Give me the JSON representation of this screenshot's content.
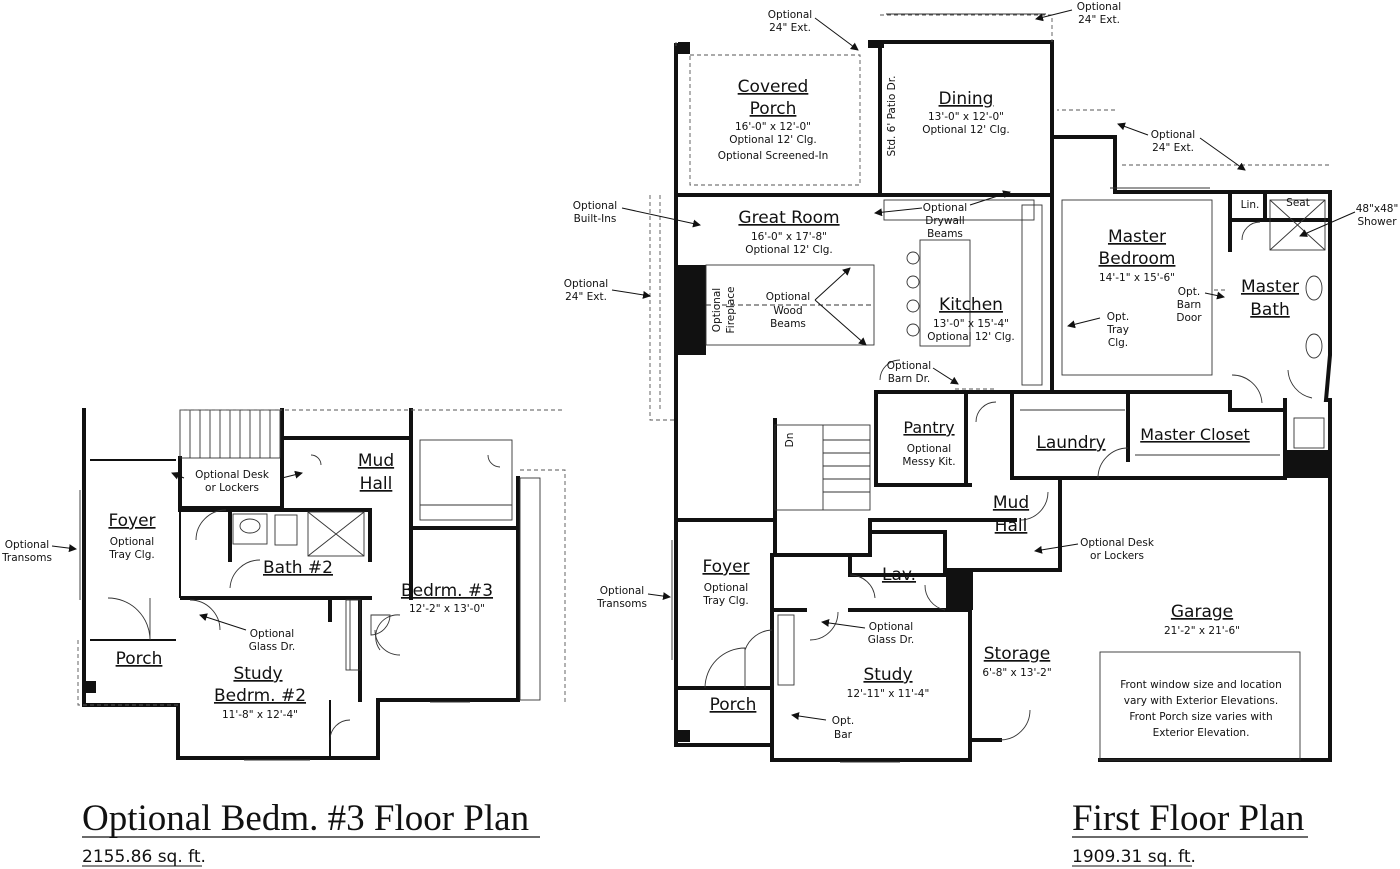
{
  "left_plan": {
    "caption": "Optional Bedm. #3 Floor Plan",
    "sqft": "2155.86 sq. ft.",
    "rooms": {
      "foyer": {
        "name": "Foyer",
        "note1": "Optional",
        "note2": "Tray Clg."
      },
      "mud_hall": {
        "name1": "Mud",
        "name2": "Hall"
      },
      "bath2": {
        "name": "Bath #2"
      },
      "bedrm3": {
        "name": "Bedrm. #3",
        "dim": "12'-2\" x 13'-0\""
      },
      "study": {
        "name1": "Study",
        "name2": "Bedrm. #2",
        "dim": "11'-8\" x 12'-4\""
      },
      "porch": {
        "name": "Porch"
      }
    },
    "callouts": {
      "desk1": "Optional Desk",
      "desk2": "or Lockers",
      "transoms1": "Optional",
      "transoms2": "Transoms",
      "glass1": "Optional",
      "glass2": "Glass Dr."
    }
  },
  "right_plan": {
    "caption": "First Floor Plan",
    "sqft": "1909.31 sq. ft.",
    "rooms": {
      "covered_porch": {
        "name1": "Covered",
        "name2": "Porch",
        "dim": "16'-0\" x 12'-0\"",
        "note1": "Optional 12' Clg.",
        "note2": "Optional Screened-In"
      },
      "dining": {
        "name": "Dining",
        "dim": "13'-0\" x 12'-0\"",
        "note": "Optional 12' Clg."
      },
      "great_room": {
        "name": "Great Room",
        "dim": "16'-0\" x 17'-8\"",
        "note": "Optional 12' Clg."
      },
      "kitchen": {
        "name": "Kitchen",
        "dim": "13'-0\" x 15'-4\"",
        "note": "Optional 12' Clg."
      },
      "master_bedroom": {
        "name1": "Master",
        "name2": "Bedroom",
        "dim": "14'-1\" x 15'-6\""
      },
      "master_bath": {
        "name1": "Master",
        "name2": "Bath"
      },
      "pantry": {
        "name": "Pantry",
        "note1": "Optional",
        "note2": "Messy Kit."
      },
      "laundry": {
        "name": "Laundry"
      },
      "master_closet": {
        "name": "Master Closet"
      },
      "mud_hall": {
        "name1": "Mud",
        "name2": "Hall"
      },
      "foyer": {
        "name": "Foyer",
        "note1": "Optional",
        "note2": "Tray Clg."
      },
      "lav": {
        "name": "Lav."
      },
      "study": {
        "name": "Study",
        "dim": "12'-11\" x 11'-4\""
      },
      "storage": {
        "name": "Storage",
        "dim": "6'-8\" x 13'-2\""
      },
      "garage": {
        "name": "Garage",
        "dim": "21'-2\" x 21'-6\""
      },
      "porch": {
        "name": "Porch"
      },
      "lin": {
        "name": "Lin."
      },
      "seat": {
        "name": "Seat"
      }
    },
    "callouts": {
      "ext1_a": "Optional",
      "ext1_b": "24\" Ext.",
      "ext2_a": "Optional",
      "ext2_b": "24\" Ext.",
      "ext3_a": "Optional",
      "ext3_b": "24\" Ext.",
      "ext4_a": "Optional",
      "ext4_b": "24\" Ext.",
      "patio": "Std. 6' Patio Dr.",
      "builtins_a": "Optional",
      "builtins_b": "Built-Ins",
      "fireplace_a": "Optional",
      "fireplace_b": "Fireplace",
      "beams_a": "Optional",
      "beams_b": "Wood",
      "beams_c": "Beams",
      "drywall_a": "Optional",
      "drywall_b": "Drywall",
      "drywall_c": "Beams",
      "shower_a": "48\"x48\"",
      "shower_b": "Shower",
      "barn_a": "Opt.",
      "barn_b": "Barn",
      "barn_c": "Door",
      "tray_a": "Opt.",
      "tray_b": "Tray",
      "tray_c": "Clg.",
      "barndr_a": "Optional",
      "barndr_b": "Barn Dr.",
      "desk_a": "Optional Desk",
      "desk_b": "or Lockers",
      "transoms_a": "Optional",
      "transoms_b": "Transoms",
      "glass_a": "Optional",
      "glass_b": "Glass Dr.",
      "bar_a": "Opt.",
      "bar_b": "Bar",
      "stair": "Dn",
      "garage_note1": "Front window size and location",
      "garage_note2": "vary with Exterior Elevations.",
      "garage_note3": "Front Porch size varies with",
      "garage_note4": "Exterior Elevation."
    }
  }
}
